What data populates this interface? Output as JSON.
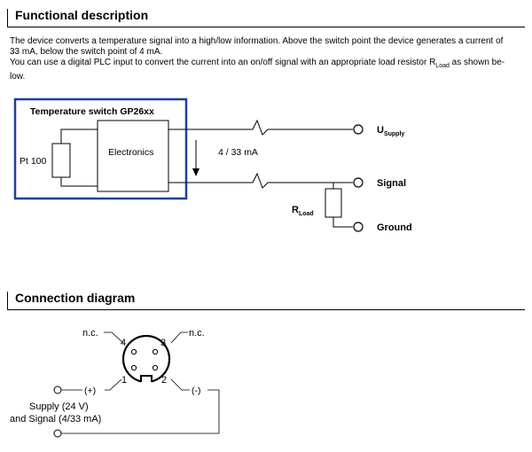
{
  "functional": {
    "title": "Functional description",
    "para1_line1": "The device converts a temperature signal into a high/low information. Above the switch point the device generates a current of",
    "para1_line2": "33 mA, below the switch point of 4 mA.",
    "para2_line1_pre": "You can use a digital PLC input to convert the current into an on/off signal with an appropriate load resistor R",
    "para2_line1_sub": "Load",
    "para2_line1_post": " as shown be-",
    "para2_line2": "low."
  },
  "circuit": {
    "box_title": "Temperature switch GP26xx",
    "pt100": "Pt 100",
    "electronics": "Electronics",
    "current": "4 / 33 mA",
    "usupply_main": "U",
    "usupply_sub": "Supply",
    "signal": "Signal",
    "ground": "Ground",
    "rload_main": "R",
    "rload_sub": "Load",
    "colors": {
      "box_border": "#1f3f99"
    }
  },
  "connection": {
    "title": "Connection diagram",
    "nc_left": "n.c.",
    "nc_right": "n.c.",
    "pin1": "1",
    "pin2": "2",
    "pin3": "3",
    "pin4": "4",
    "plus": "(+)",
    "minus": "(-)",
    "supply_label": "Supply (24 V)",
    "signal_label": "and Signal (4/33 mA)"
  }
}
